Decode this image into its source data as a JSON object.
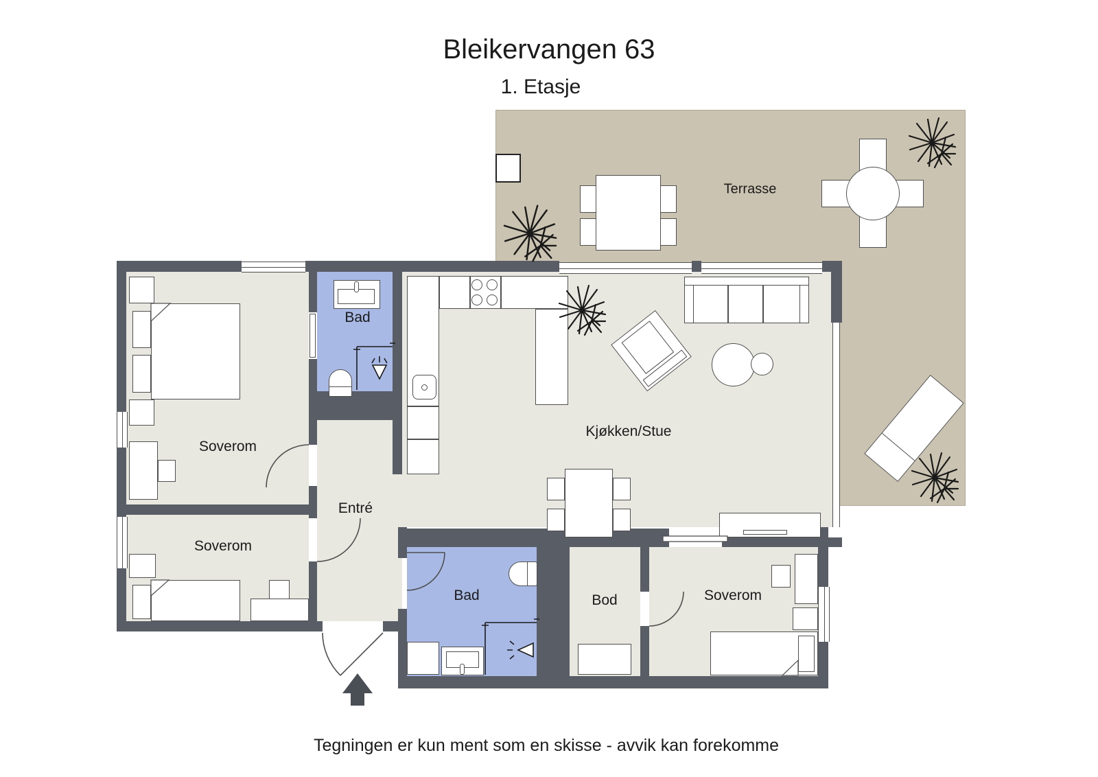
{
  "title": "Bleikervangen 63",
  "subtitle": "1. Etasje",
  "disclaimer": "Tegningen er kun ment som en skisse - avvik kan forekomme",
  "rooms": {
    "bedroom1": {
      "label": "Soverom"
    },
    "bath1": {
      "label": "Bad"
    },
    "kitchen_living": {
      "label": "Kjøkken/Stue"
    },
    "entry": {
      "label": "Entré"
    },
    "bedroom2": {
      "label": "Soverom"
    },
    "bath2": {
      "label": "Bad"
    },
    "storage": {
      "label": "Bod"
    },
    "bedroom3": {
      "label": "Soverom"
    },
    "terrace": {
      "label": "Terrasse"
    }
  },
  "colors": {
    "wall": "#585d66",
    "floor": "#e9e8e0",
    "terrace": "#cbc3b1",
    "bathroom": "#a7b9e4",
    "furniture_outline": "#4f4f4f",
    "arrow": "#4a4f55",
    "text": "#1b1b1b",
    "background": "#ffffff"
  }
}
